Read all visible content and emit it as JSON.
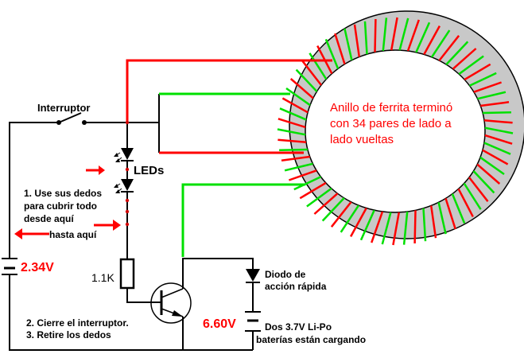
{
  "colors": {
    "wire": "#000000",
    "red_wire": "#ff0000",
    "green_wire": "#00e000",
    "ring_fill": "#c8c8c8",
    "red_text": "#ff0000",
    "black_text": "#000000"
  },
  "ring": {
    "label_lines": [
      "Anillo de ferrita terminó",
      "con 34 pares de lado a",
      "lado vueltas"
    ],
    "winding_pairs": 34
  },
  "labels": {
    "switch": "Interruptor",
    "leds": "LEDs",
    "step1_lines": [
      "1. Use sus dedos",
      "para cubrir todo",
      "desde aquí"
    ],
    "step1_to": "hasta aquí",
    "battery_voltage": "2.34V",
    "resistor": "1.1K",
    "step2": "2. Cierre el interruptor.",
    "step3": "3. Retire los dedos",
    "diode_lines": [
      "Diodo de",
      "acción rápida"
    ],
    "charge_voltage": "6.60V",
    "charge_lines": [
      "Dos 3.7V Li-Po",
      "baterías están cargando"
    ]
  },
  "icons": [
    "led-icon",
    "diode-icon",
    "transistor-icon",
    "battery-icon",
    "resistor-icon",
    "switch-icon",
    "arrow-icon"
  ]
}
